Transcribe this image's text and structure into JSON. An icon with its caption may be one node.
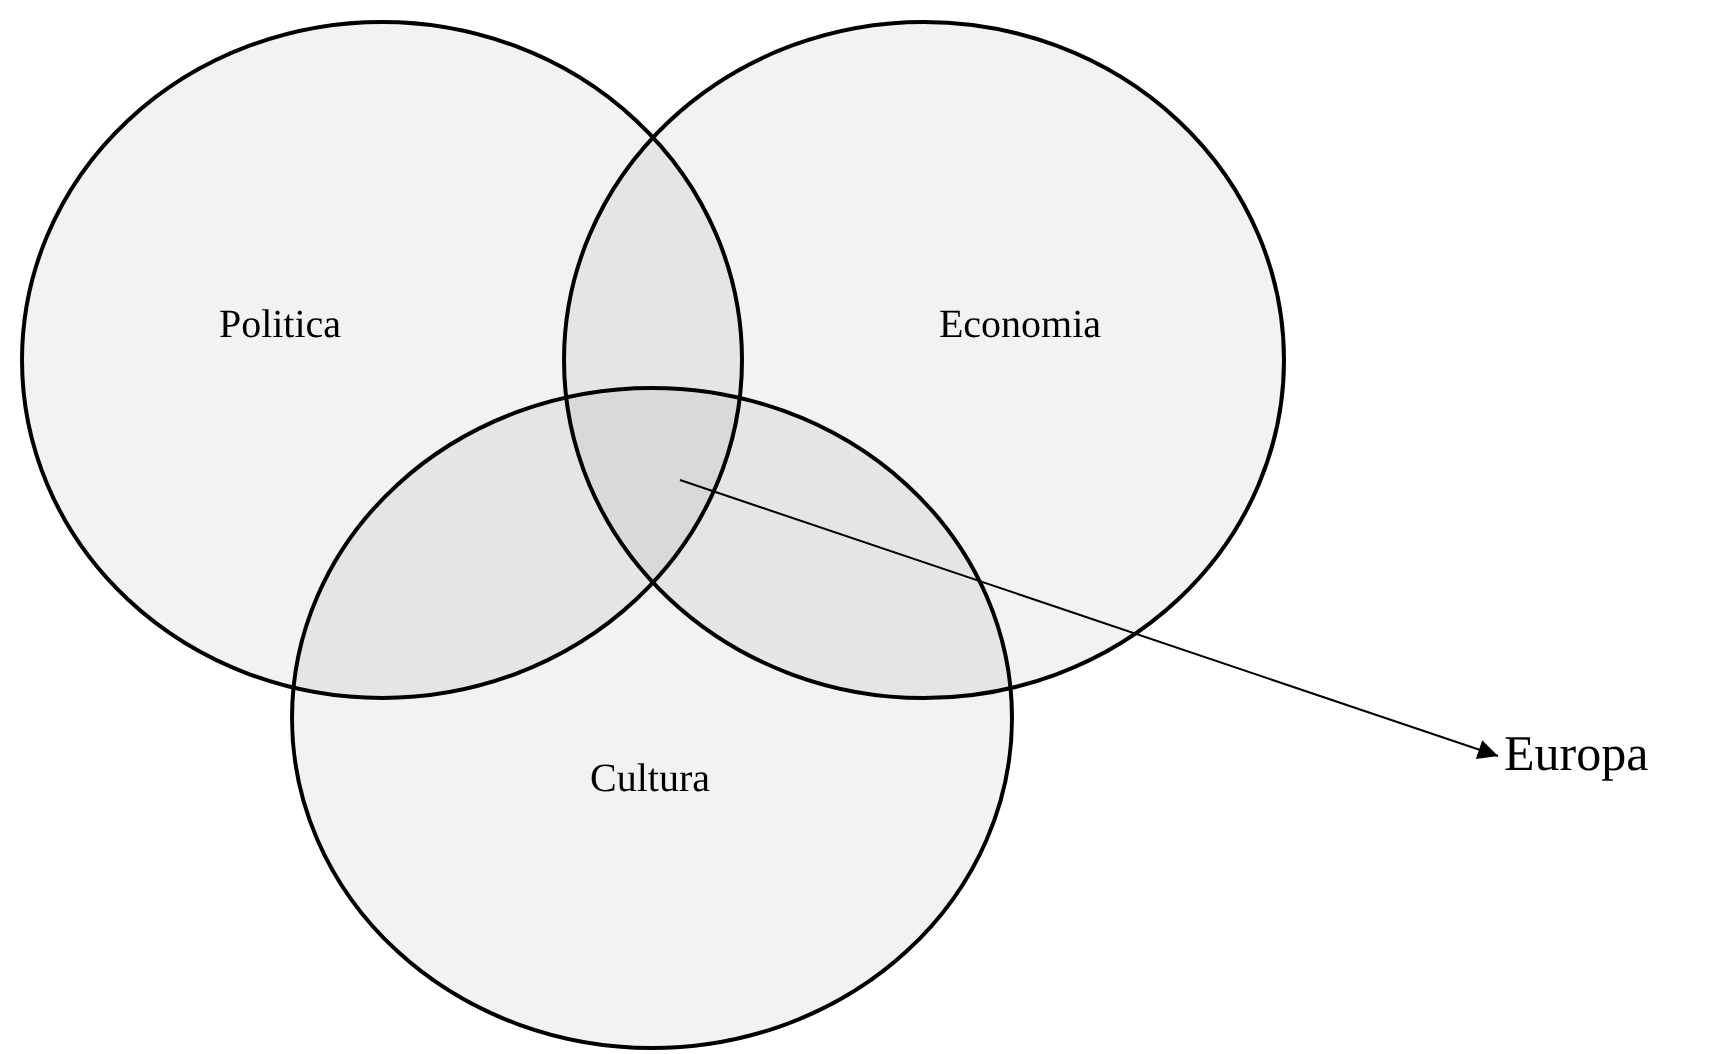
{
  "diagram": {
    "nodes": [
      {
        "text": [
          "Politica"
        ]
      },
      {
        "text": [
          "Economia"
        ]
      },
      {
        "text": [
          "Cultura"
        ]
      },
      {
        "text": [
          "Europa"
        ]
      }
    ],
    "edges": [
      {
        "from": 2,
        "to": 3,
        "arrow": "to"
      }
    ]
  }
}
